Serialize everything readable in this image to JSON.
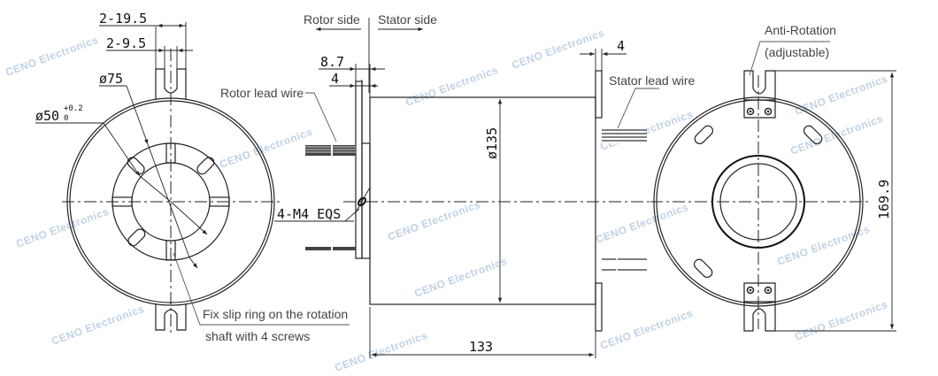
{
  "left_view": {
    "dim_slot_outer": "2-19.5",
    "dim_slot_inner": "2-9.5",
    "dim_diameter_outer": "ø75",
    "dim_bore": "ø50",
    "dim_bore_tol_upper": "+0.2",
    "dim_bore_tol_lower": "0",
    "note_line1": "Fix slip ring on the rotation",
    "note_line2": "shaft with 4 screws"
  },
  "side_view": {
    "rotor_side": "Rotor side",
    "stator_side": "Stator side",
    "dim_flange": "8.7",
    "dim_flange_thin": "4",
    "rotor_lead_wire": "Rotor lead wire",
    "screw_spec": "4-M4  EQS",
    "dim_diameter": "ø135",
    "dim_length": "133",
    "dim_tab": "4",
    "stator_lead_wire": "Stator lead wire"
  },
  "right_view": {
    "anti_rotation": "Anti-Rotation",
    "adjustable": "(adjustable)",
    "dim_height": "169.9"
  },
  "watermark": "CENO Electronics",
  "colors": {
    "line": "#222222",
    "watermark": "#a9c3df",
    "label": "#444444"
  }
}
